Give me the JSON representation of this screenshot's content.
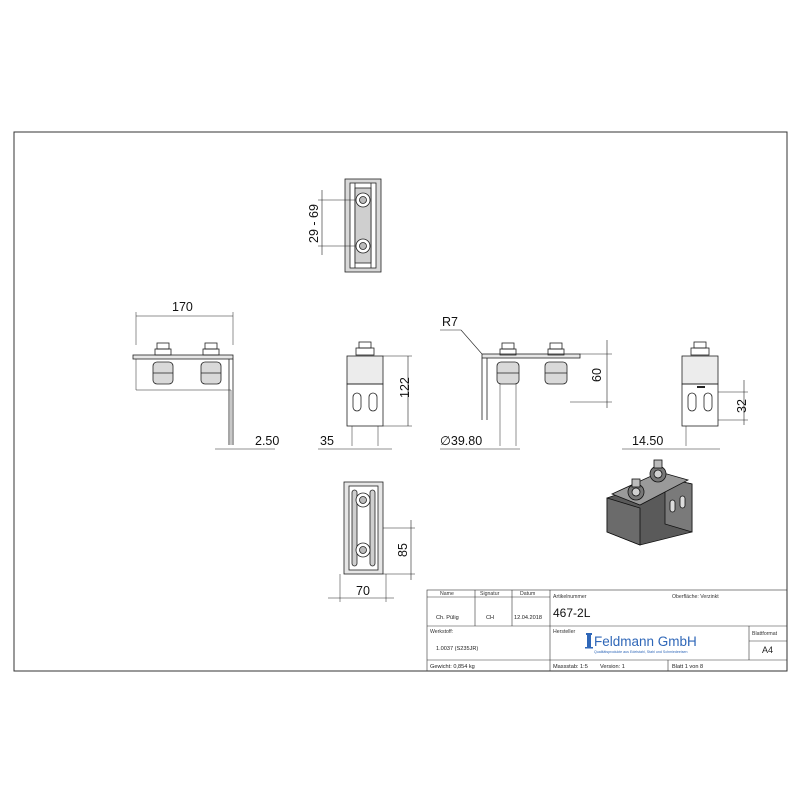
{
  "dimensions": {
    "top_spacing": "29 - 69",
    "width_170": "170",
    "offset_250": "2.50",
    "height_122": "122",
    "width_35": "35",
    "radius": "R7",
    "height_60": "60",
    "diameter": "∅39.80",
    "height_32": "32",
    "offset_1450": "14.50",
    "height_85": "85",
    "width_70": "70"
  },
  "title_block": {
    "headers": {
      "name": "Name",
      "signature": "Signatur",
      "date": "Datum",
      "article_number": "Artikelnummer",
      "surface": "Oberfläche: Verzinkt",
      "material": "Werkstoff:",
      "manufacturer": "Hersteller",
      "sheet_format": "Blattformat"
    },
    "values": {
      "name": "Ch. Pülig",
      "signature": "CH",
      "date": "12.04.2018",
      "article": "467-2L",
      "material": "1.0037 (S235JR)",
      "weight": "Gewicht: 0,854 kg",
      "scale": "Massstab: 1:5",
      "version": "Version: 1",
      "sheet": "Blatt 1 von 8",
      "format": "A4"
    },
    "logo": {
      "name": "Feldmann GmbH",
      "tagline": "Qualitätsprodukte aus Edelstahl, Stahl und Schmiedeeisen"
    }
  }
}
